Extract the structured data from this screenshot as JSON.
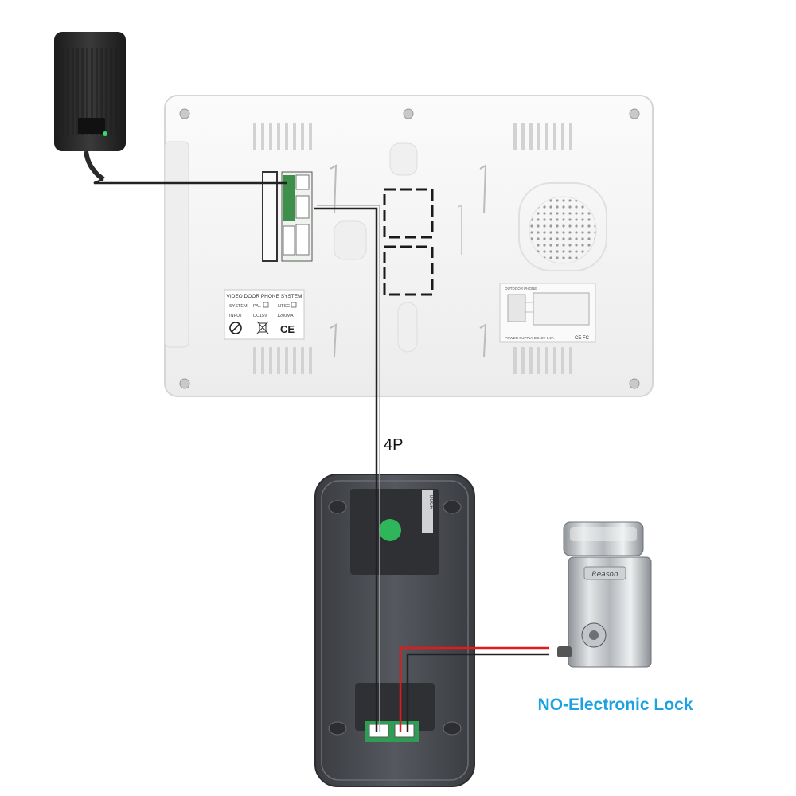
{
  "diagram": {
    "cable_label": "4P",
    "lock_label": "NO-Electronic Lock",
    "colors": {
      "label_blue": "#1aa3e0",
      "wire_red": "#e11b1b",
      "wire_black": "#222222",
      "monitor_body": "#f7f7f7",
      "outdoor_body": "#4a4c52"
    }
  },
  "monitor": {
    "label_sticker": {
      "title": "VIDEO DOOR PHONE SYSTEM",
      "system_label": "SYSTEM",
      "pal_label": "PAL",
      "ntsc_label": "NTSC",
      "input_label": "INPUT",
      "input_voltage": "DC15V",
      "input_current": "1200MA",
      "ce_mark": "CE"
    },
    "wiring_sticker": {
      "title": "OUTDOOR PHONE",
      "footer": "POWER SUPPLY DC15V 1.2A",
      "marks": "CE FC"
    }
  },
  "outdoor_unit": {
    "side_text": "DOOR"
  },
  "lock": {
    "brand_text": "Reason"
  }
}
